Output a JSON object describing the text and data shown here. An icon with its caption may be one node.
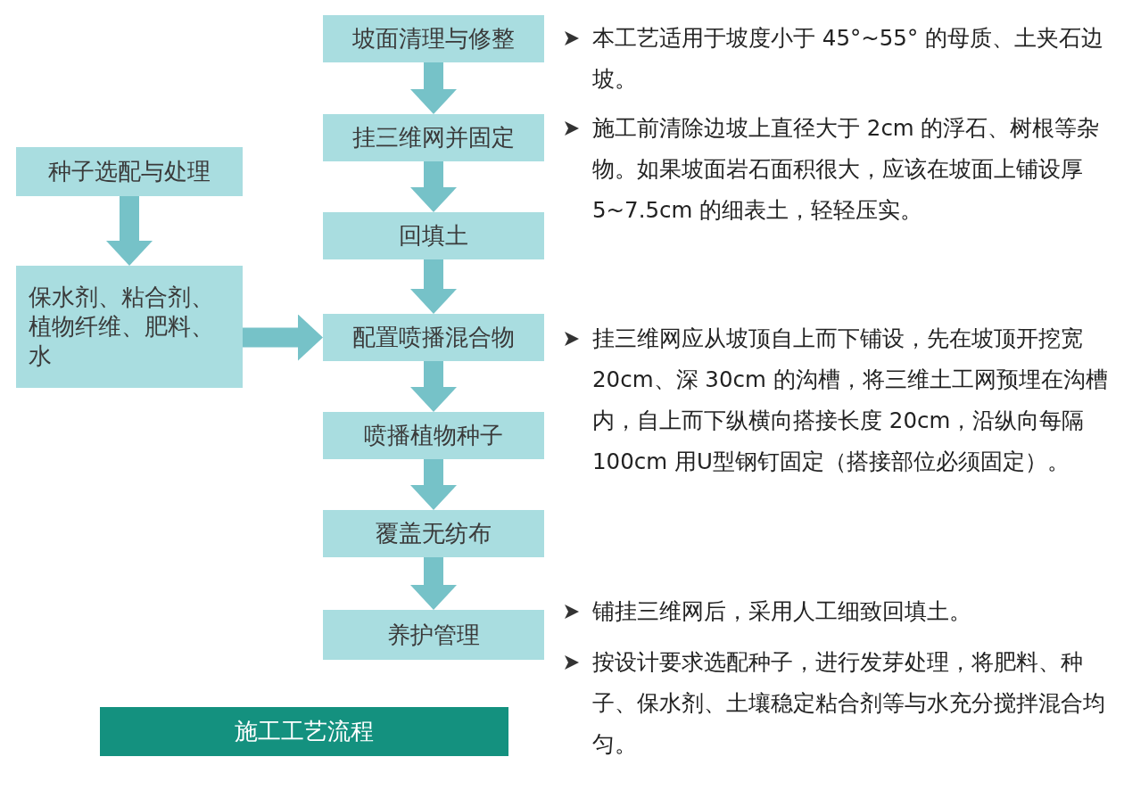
{
  "diagram": {
    "nodes": [
      {
        "text": [
          "坡面清理与修整"
        ]
      },
      {
        "text": [
          "挂三维网并固定"
        ]
      },
      {
        "text": [
          "回填土"
        ]
      },
      {
        "text": [
          "配置喷播混合物"
        ]
      },
      {
        "text": [
          "喷播植物种子"
        ]
      },
      {
        "text": [
          "覆盖无纺布"
        ]
      },
      {
        "text": [
          "养护管理"
        ]
      },
      {
        "text": [
          "种子选配与处理"
        ]
      },
      {
        "text": [
          "保水剂、粘合剂、植物纤维、肥料、水"
        ]
      },
      {
        "text": [
          "施工工艺流程"
        ]
      }
    ],
    "edges": [
      {
        "from": 0,
        "to": 1,
        "arrow": "to"
      },
      {
        "from": 1,
        "to": 2,
        "arrow": "to"
      },
      {
        "from": 2,
        "to": 3,
        "arrow": "to"
      },
      {
        "from": 3,
        "to": 4,
        "arrow": "to"
      },
      {
        "from": 4,
        "to": 5,
        "arrow": "to"
      },
      {
        "from": 5,
        "to": 6,
        "arrow": "to"
      },
      {
        "from": 7,
        "to": 8,
        "arrow": "to"
      },
      {
        "from": 8,
        "to": 3,
        "arrow": "to"
      }
    ],
    "labels": [
      "本工艺适用于坡度小于 45°~55° 的母质、土夹石边坡。",
      "施工前清除边坡上直径大于 2cm 的浮石、树根等杂物。如果坡面岩石面积很大，应该在坡面上铺设厚 5~7.5cm 的细表土，轻轻压实。",
      "挂三维网应从坡顶自上而下铺设，先在坡顶开挖宽 20cm、深 30cm 的沟槽，将三维土工网预埋在沟槽内，自上而下纵横向搭接长度 20cm，沿纵向每隔 100cm 用U型钢钉固定（搭接部位必须固定）。",
      "铺挂三维网后，采用人工细致回填土。",
      "按设计要求选配种子，进行发芽处理，将肥料、种子、保水剂、土壤稳定粘合剂等与水充分搅拌混合均匀。"
    ]
  }
}
